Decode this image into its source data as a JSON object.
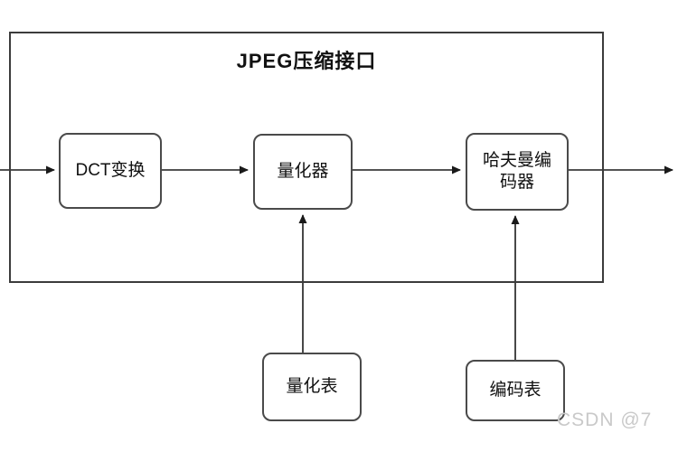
{
  "diagram": {
    "title": "JPEG压缩接口",
    "nodes": {
      "dct": {
        "label": "DCT变换"
      },
      "quantizer": {
        "label": "量化器"
      },
      "huffman": {
        "label": "哈夫曼编码器"
      },
      "quant_table": {
        "label": "量化表"
      },
      "code_table": {
        "label": "编码表"
      }
    },
    "edges": [
      {
        "from": "input",
        "to": "dct"
      },
      {
        "from": "dct",
        "to": "quantizer"
      },
      {
        "from": "quantizer",
        "to": "huffman"
      },
      {
        "from": "huffman",
        "to": "output"
      },
      {
        "from": "quant_table",
        "to": "quantizer"
      },
      {
        "from": "code_table",
        "to": "huffman"
      }
    ],
    "colors": {
      "line": "#1a1a1a",
      "box_border": "#4a4a4a",
      "watermark": "#c9c9c9"
    },
    "watermark": "CSDN @7"
  }
}
